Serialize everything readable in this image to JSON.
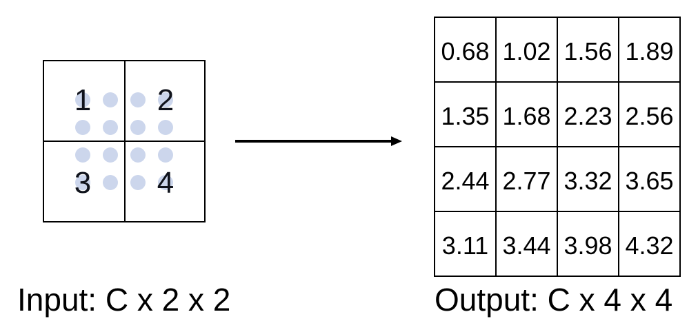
{
  "input": {
    "label": "Input: C x 2 x 2",
    "cells": [
      "1",
      "2",
      "3",
      "4"
    ],
    "dots": {
      "rows": 4,
      "cols": 4
    }
  },
  "arrow": {
    "direction": "right"
  },
  "output": {
    "label": "Output: C x 4 x 4",
    "values": [
      [
        "0.68",
        "1.02",
        "1.56",
        "1.89"
      ],
      [
        "1.35",
        "1.68",
        "2.23",
        "2.56"
      ],
      [
        "2.44",
        "2.77",
        "3.32",
        "3.65"
      ],
      [
        "3.11",
        "3.44",
        "3.98",
        "4.32"
      ]
    ]
  },
  "colors": {
    "dot": "#ccd6ec",
    "line": "#000000",
    "ink": "#000000",
    "input-ink": "#10131c"
  }
}
